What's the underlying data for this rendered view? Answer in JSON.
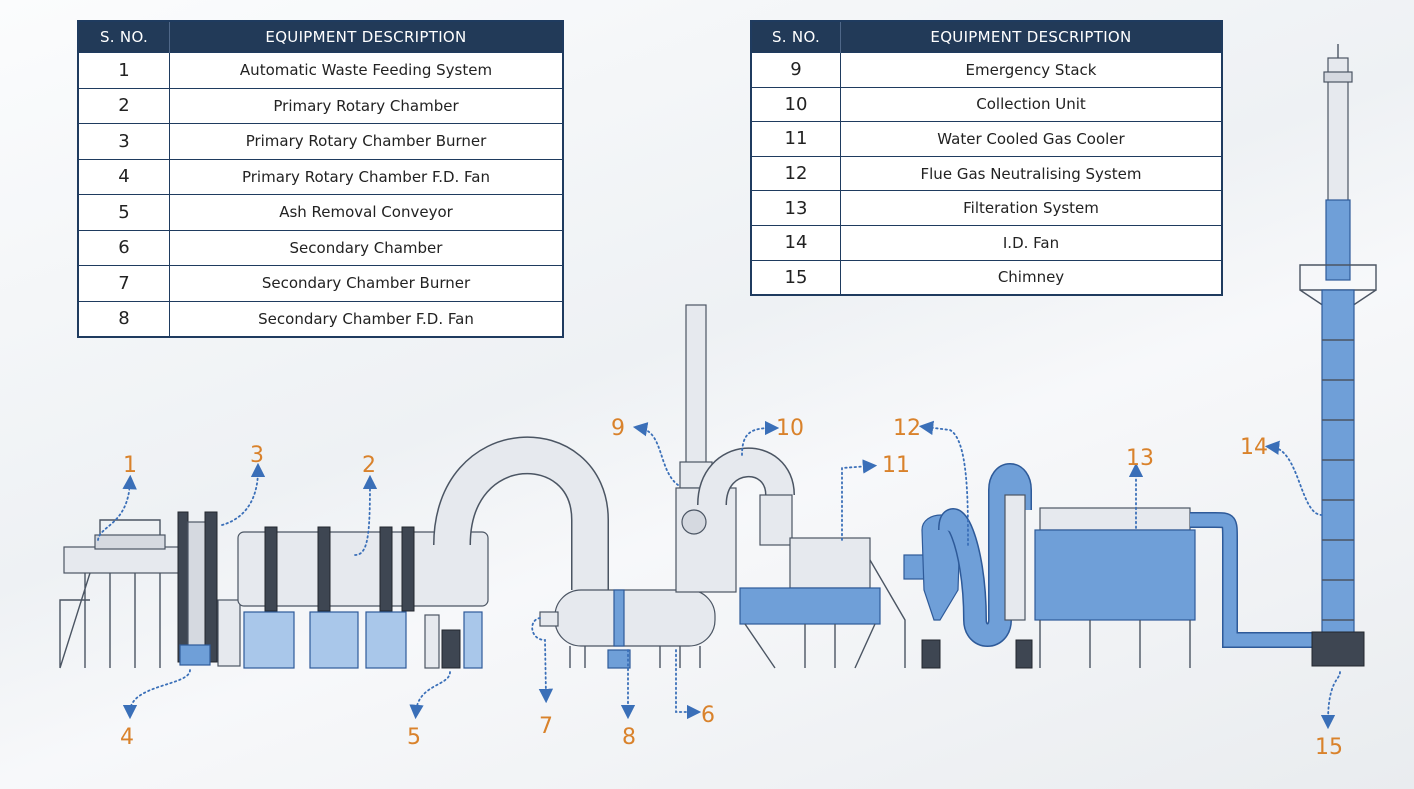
{
  "table_left": {
    "header": {
      "no": "S. NO.",
      "desc": "EQUIPMENT DESCRIPTION"
    },
    "rows": [
      {
        "no": "1",
        "desc": "Automatic Waste Feeding System"
      },
      {
        "no": "2",
        "desc": "Primary Rotary Chamber"
      },
      {
        "no": "3",
        "desc": "Primary Rotary Chamber Burner"
      },
      {
        "no": "4",
        "desc": "Primary Rotary Chamber F.D. Fan"
      },
      {
        "no": "5",
        "desc": "Ash Removal Conveyor"
      },
      {
        "no": "6",
        "desc": "Secondary Chamber"
      },
      {
        "no": "7",
        "desc": "Secondary Chamber Burner"
      },
      {
        "no": "8",
        "desc": "Secondary Chamber F.D. Fan"
      }
    ]
  },
  "table_right": {
    "header": {
      "no": "S. NO.",
      "desc": "EQUIPMENT DESCRIPTION"
    },
    "rows": [
      {
        "no": "9",
        "desc": "Emergency Stack"
      },
      {
        "no": "10",
        "desc": "Collection Unit"
      },
      {
        "no": "11",
        "desc": "Water Cooled Gas Cooler"
      },
      {
        "no": "12",
        "desc": "Flue Gas Neutralising System"
      },
      {
        "no": "13",
        "desc": "Filteration System"
      },
      {
        "no": "14",
        "desc": "I.D. Fan"
      },
      {
        "no": "15",
        "desc": "Chimney"
      }
    ]
  },
  "callouts": [
    "1",
    "2",
    "3",
    "4",
    "5",
    "6",
    "7",
    "8",
    "9",
    "10",
    "11",
    "12",
    "13",
    "14",
    "15"
  ],
  "colors": {
    "header_bg": "#223a58",
    "callout": "#d9822b",
    "leader": "#3a6fb8",
    "equipment_blue": "#6f9fd8"
  }
}
